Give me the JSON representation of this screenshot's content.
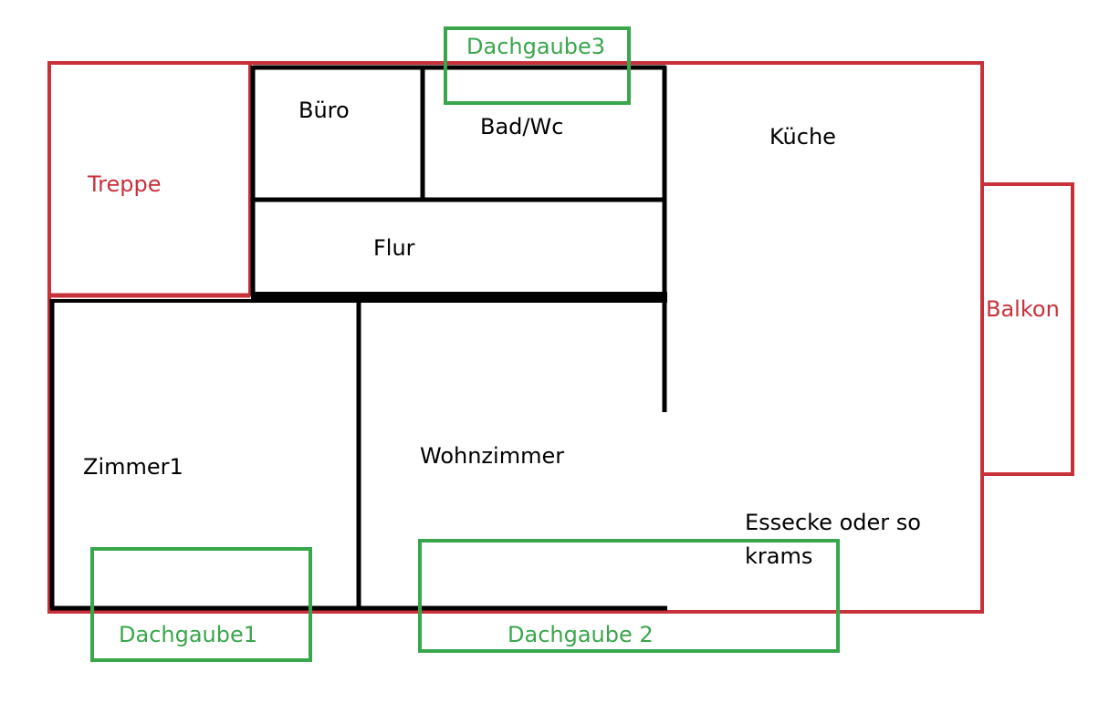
{
  "colors": {
    "outer_wall": "#c8313a",
    "inner_wall": "#000000",
    "dormer": "#3aa64c",
    "background": "#ffffff"
  },
  "rooms": {
    "treppe": "Treppe",
    "buero": "Büro",
    "bad": "Bad/Wc",
    "flur": "Flur",
    "kueche": "Küche",
    "zimmer1": "Zimmer1",
    "wohnzimmer": "Wohnzimmer",
    "essecke_line1": "Essecke oder so",
    "essecke_line2": "krams",
    "balkon": "Balkon"
  },
  "dormers": {
    "d1": "Dachgaube1",
    "d2": "Dachgaube 2",
    "d3": "Dachgaube3"
  }
}
